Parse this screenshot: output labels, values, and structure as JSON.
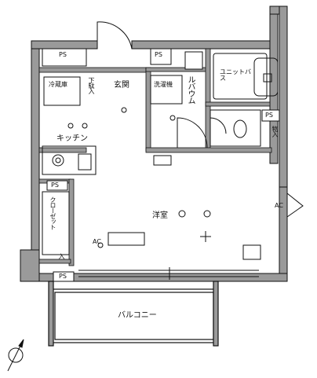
{
  "floor_plan": {
    "rooms": {
      "entrance": "玄関",
      "laundry": "ルバウム",
      "unit_bath": "ユニットバス",
      "kitchen": "キッチン",
      "western_room": "洋室",
      "closet": "クローゼット",
      "balcony": "バルコニー"
    },
    "pipe_shafts": {
      "top_left": "PS",
      "top_center": "PS",
      "bath": "PS",
      "closet_top": "PS",
      "bottom_left": "PS"
    },
    "storage": {
      "shoe_box": "下駄入",
      "storage_right": "物入",
      "small_storage": "入"
    },
    "appliances": {
      "fridge_left": "冷蔵庫",
      "fridge_laundry": "洗濯機",
      "aircon": "AC",
      "ac_left": "AC"
    },
    "colors": {
      "wall": "#8c8c8c",
      "line": "#111111",
      "background": "#ffffff"
    }
  }
}
